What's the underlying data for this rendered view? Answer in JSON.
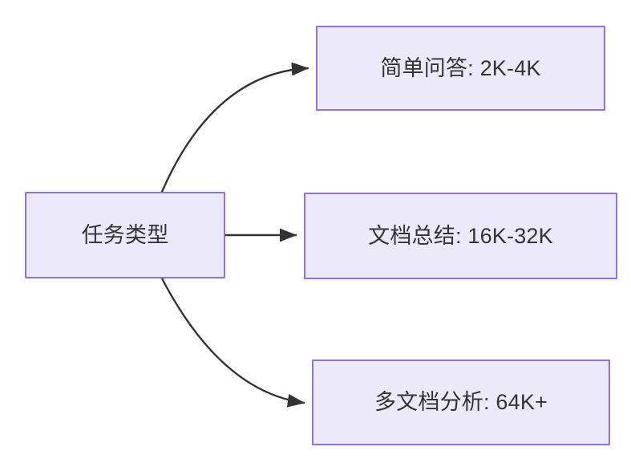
{
  "diagram": {
    "type": "flowchart",
    "direction": "left-to-right",
    "background_color": "#ffffff",
    "node_fill_color": "#ece9fb",
    "node_border_color": "#8f72de",
    "text_color": "#333333",
    "edge_color": "#333333",
    "root": {
      "id": "root",
      "label": "任务类型"
    },
    "branches": [
      {
        "id": "simple-qa",
        "label": "简单问答: 2K-4K",
        "task": "简单问答",
        "context_length": "2K-4K",
        "edge_style": "curved"
      },
      {
        "id": "doc-sum",
        "label": "文档总结: 16K-32K",
        "task": "文档总结",
        "context_length": "16K-32K",
        "edge_style": "straight"
      },
      {
        "id": "multi-doc",
        "label": "多文档分析: 64K+",
        "task": "多文档分析",
        "context_length": "64K+",
        "edge_style": "curved"
      }
    ]
  }
}
